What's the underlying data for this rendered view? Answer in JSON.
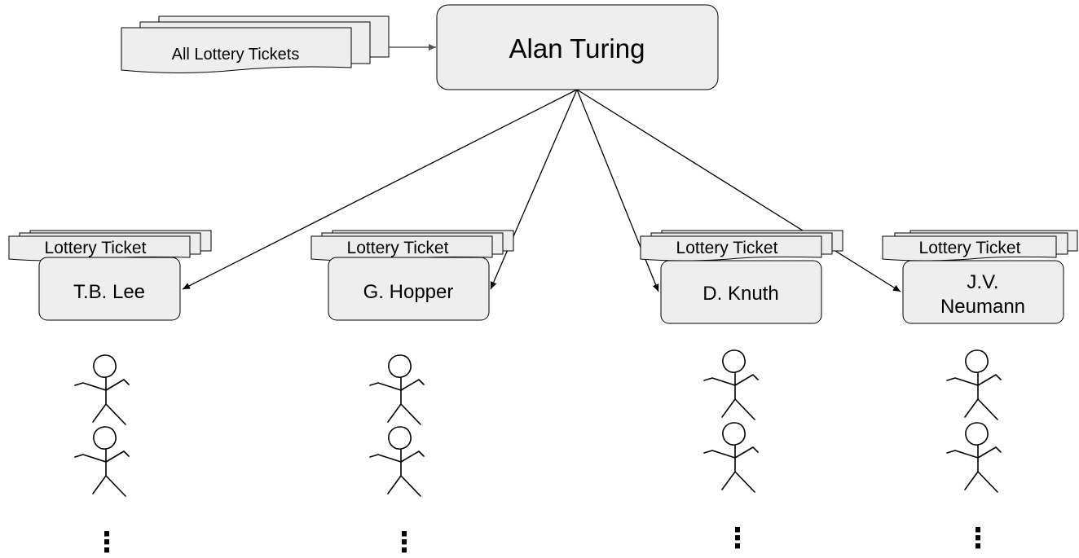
{
  "source": {
    "label": "All Lottery Tickets"
  },
  "root": {
    "label": "Alan Turing"
  },
  "ticket_label": "Lottery Ticket",
  "people": [
    {
      "name": "T.B. Lee",
      "lines": [
        "T.B. Lee"
      ]
    },
    {
      "name": "G. Hopper",
      "lines": [
        "G. Hopper"
      ]
    },
    {
      "name": "D. Knuth",
      "lines": [
        "D. Knuth"
      ]
    },
    {
      "name": "J.V. Neumann",
      "lines": [
        "J.V.",
        "Neumann"
      ]
    }
  ],
  "ellipsis": "⋮",
  "colors": {
    "box_fill": "#eeeeee",
    "stroke": "#000000",
    "arrow_gray": "#555555"
  }
}
